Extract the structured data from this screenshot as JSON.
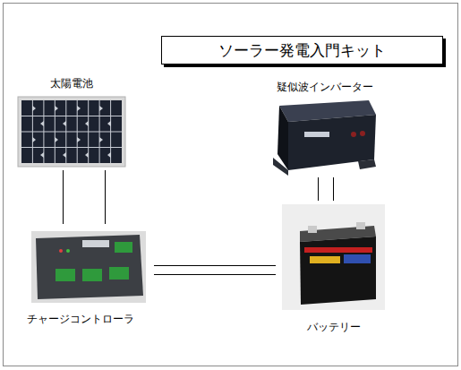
{
  "diagram": {
    "title": "ソーラー発電入門キット",
    "nodes": [
      {
        "text": [
          "太陽電池"
        ]
      },
      {
        "text": [
          "疑似波インバーター"
        ]
      },
      {
        "text": [
          "チャージコントローラ"
        ]
      },
      {
        "text": [
          "バッテリー"
        ]
      }
    ],
    "edges": [
      {
        "from": 0,
        "to": 2,
        "arrow": "none"
      },
      {
        "from": 2,
        "to": 3,
        "arrow": "none"
      },
      {
        "from": 1,
        "to": 3,
        "arrow": "none"
      }
    ]
  }
}
